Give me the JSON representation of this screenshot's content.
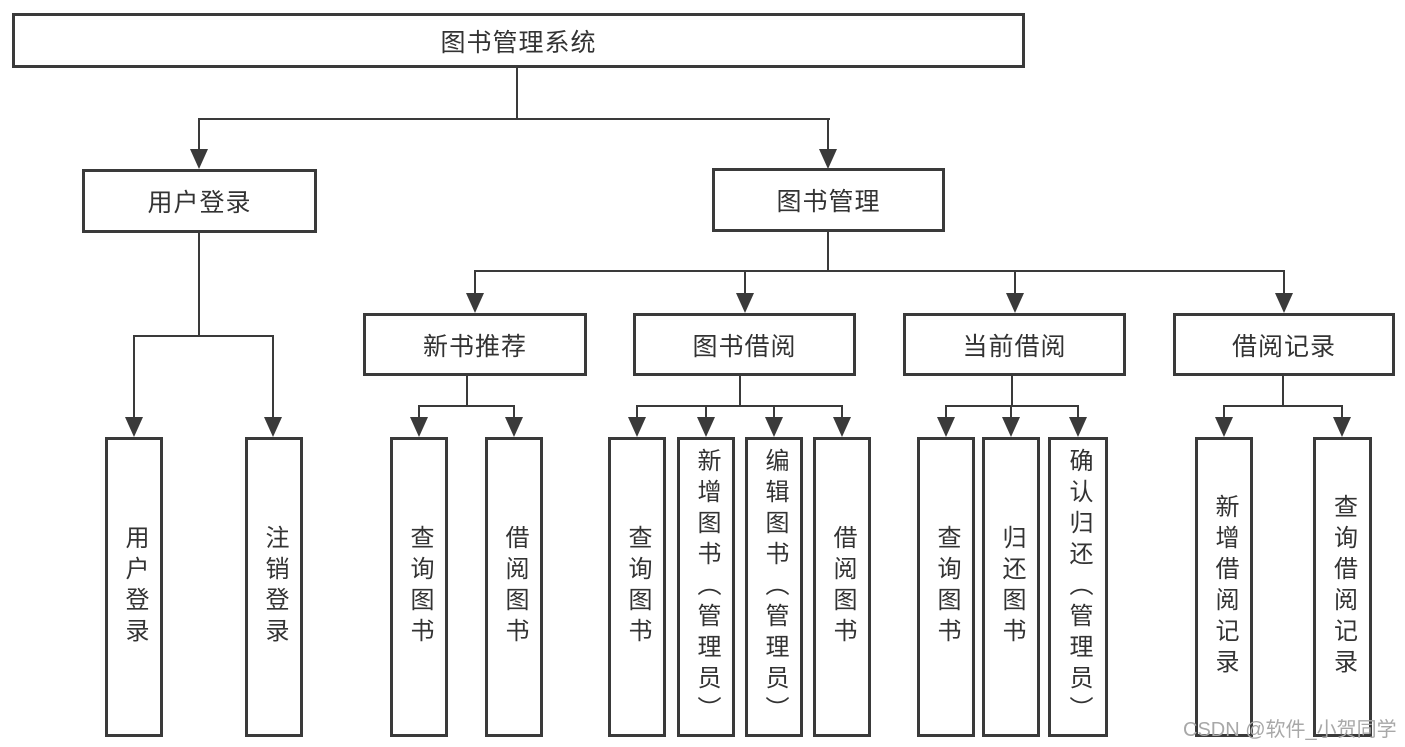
{
  "tree": {
    "label": "图书管理系统",
    "children": [
      {
        "label": "用户登录",
        "children": [
          {
            "label": "用户登录"
          },
          {
            "label": "注销登录"
          }
        ]
      },
      {
        "label": "图书管理",
        "children": [
          {
            "label": "新书推荐",
            "children": [
              {
                "label": "查询图书"
              },
              {
                "label": "借阅图书"
              }
            ]
          },
          {
            "label": "图书借阅",
            "children": [
              {
                "label": "查询图书"
              },
              {
                "label": "新增图书（管理员）"
              },
              {
                "label": "编辑图书（管理员）"
              },
              {
                "label": "借阅图书"
              }
            ]
          },
          {
            "label": "当前借阅",
            "children": [
              {
                "label": "查询图书"
              },
              {
                "label": "归还图书"
              },
              {
                "label": "确认归还（管理员）"
              }
            ]
          },
          {
            "label": "借阅记录",
            "children": [
              {
                "label": "新增借阅记录"
              },
              {
                "label": "查询借阅记录"
              }
            ]
          }
        ]
      }
    ]
  },
  "watermark": {
    "text": "CSDN @软件_小贺同学"
  },
  "colors": {
    "line": "#3a3a3a",
    "text": "#333333",
    "watermark": "#a8a8a8",
    "background": "#ffffff"
  }
}
